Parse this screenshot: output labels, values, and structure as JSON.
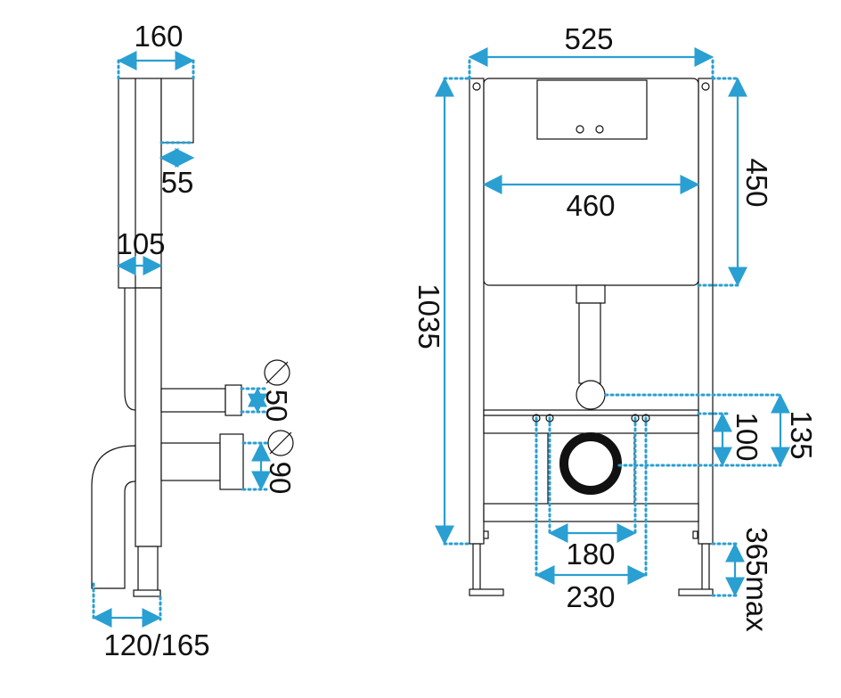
{
  "side_view": {
    "top_width": "160",
    "tank_depth": "55",
    "frame_depth": "105",
    "pipe_small_dia": "50",
    "pipe_large_dia": "90",
    "base_width": "120/165"
  },
  "front_view": {
    "frame_width": "525",
    "frame_height": "1035",
    "tank_width": "460",
    "tank_height": "450",
    "small_outlet_height": "100",
    "large_outlet_height": "135",
    "inner_bolt_spacing": "180",
    "outer_bolt_spacing": "230",
    "leg_adjust": "365max"
  },
  "colors": {
    "dimension": "#2a9fd2",
    "outline": "#111111"
  }
}
